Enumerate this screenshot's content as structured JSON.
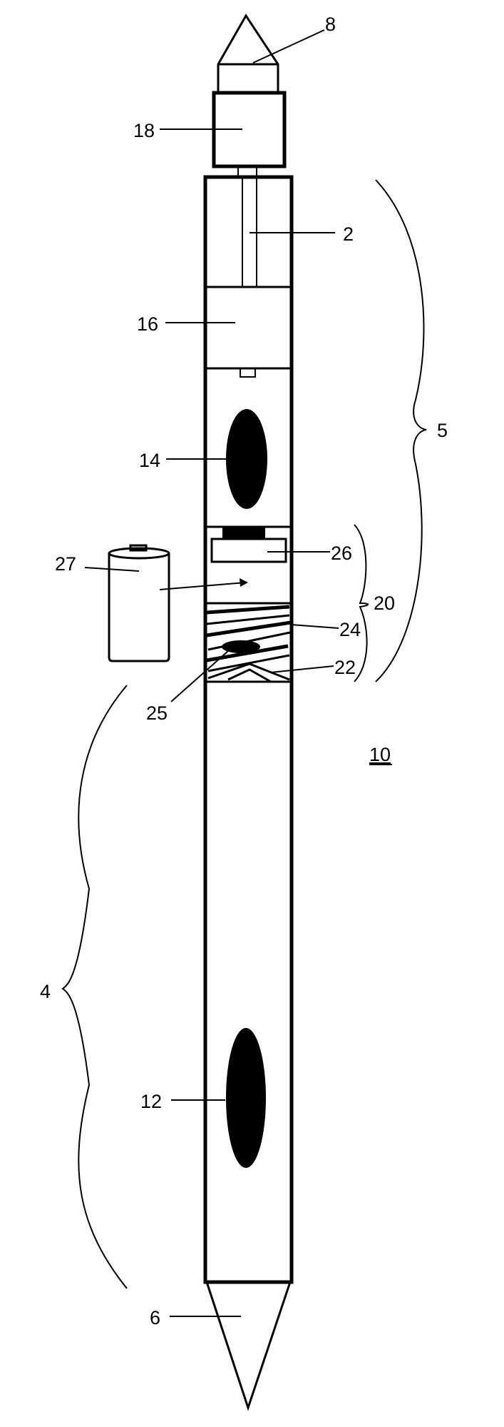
{
  "figure": {
    "labels": {
      "l8": "8",
      "l18": "18",
      "l2": "2",
      "l16": "16",
      "l5": "5",
      "l14": "14",
      "l27": "27",
      "l26": "26",
      "l20": "20",
      "l24": "24",
      "l22": "22",
      "l25": "25",
      "l10": "10",
      "l4": "4",
      "l12": "12",
      "l6": "6"
    }
  }
}
